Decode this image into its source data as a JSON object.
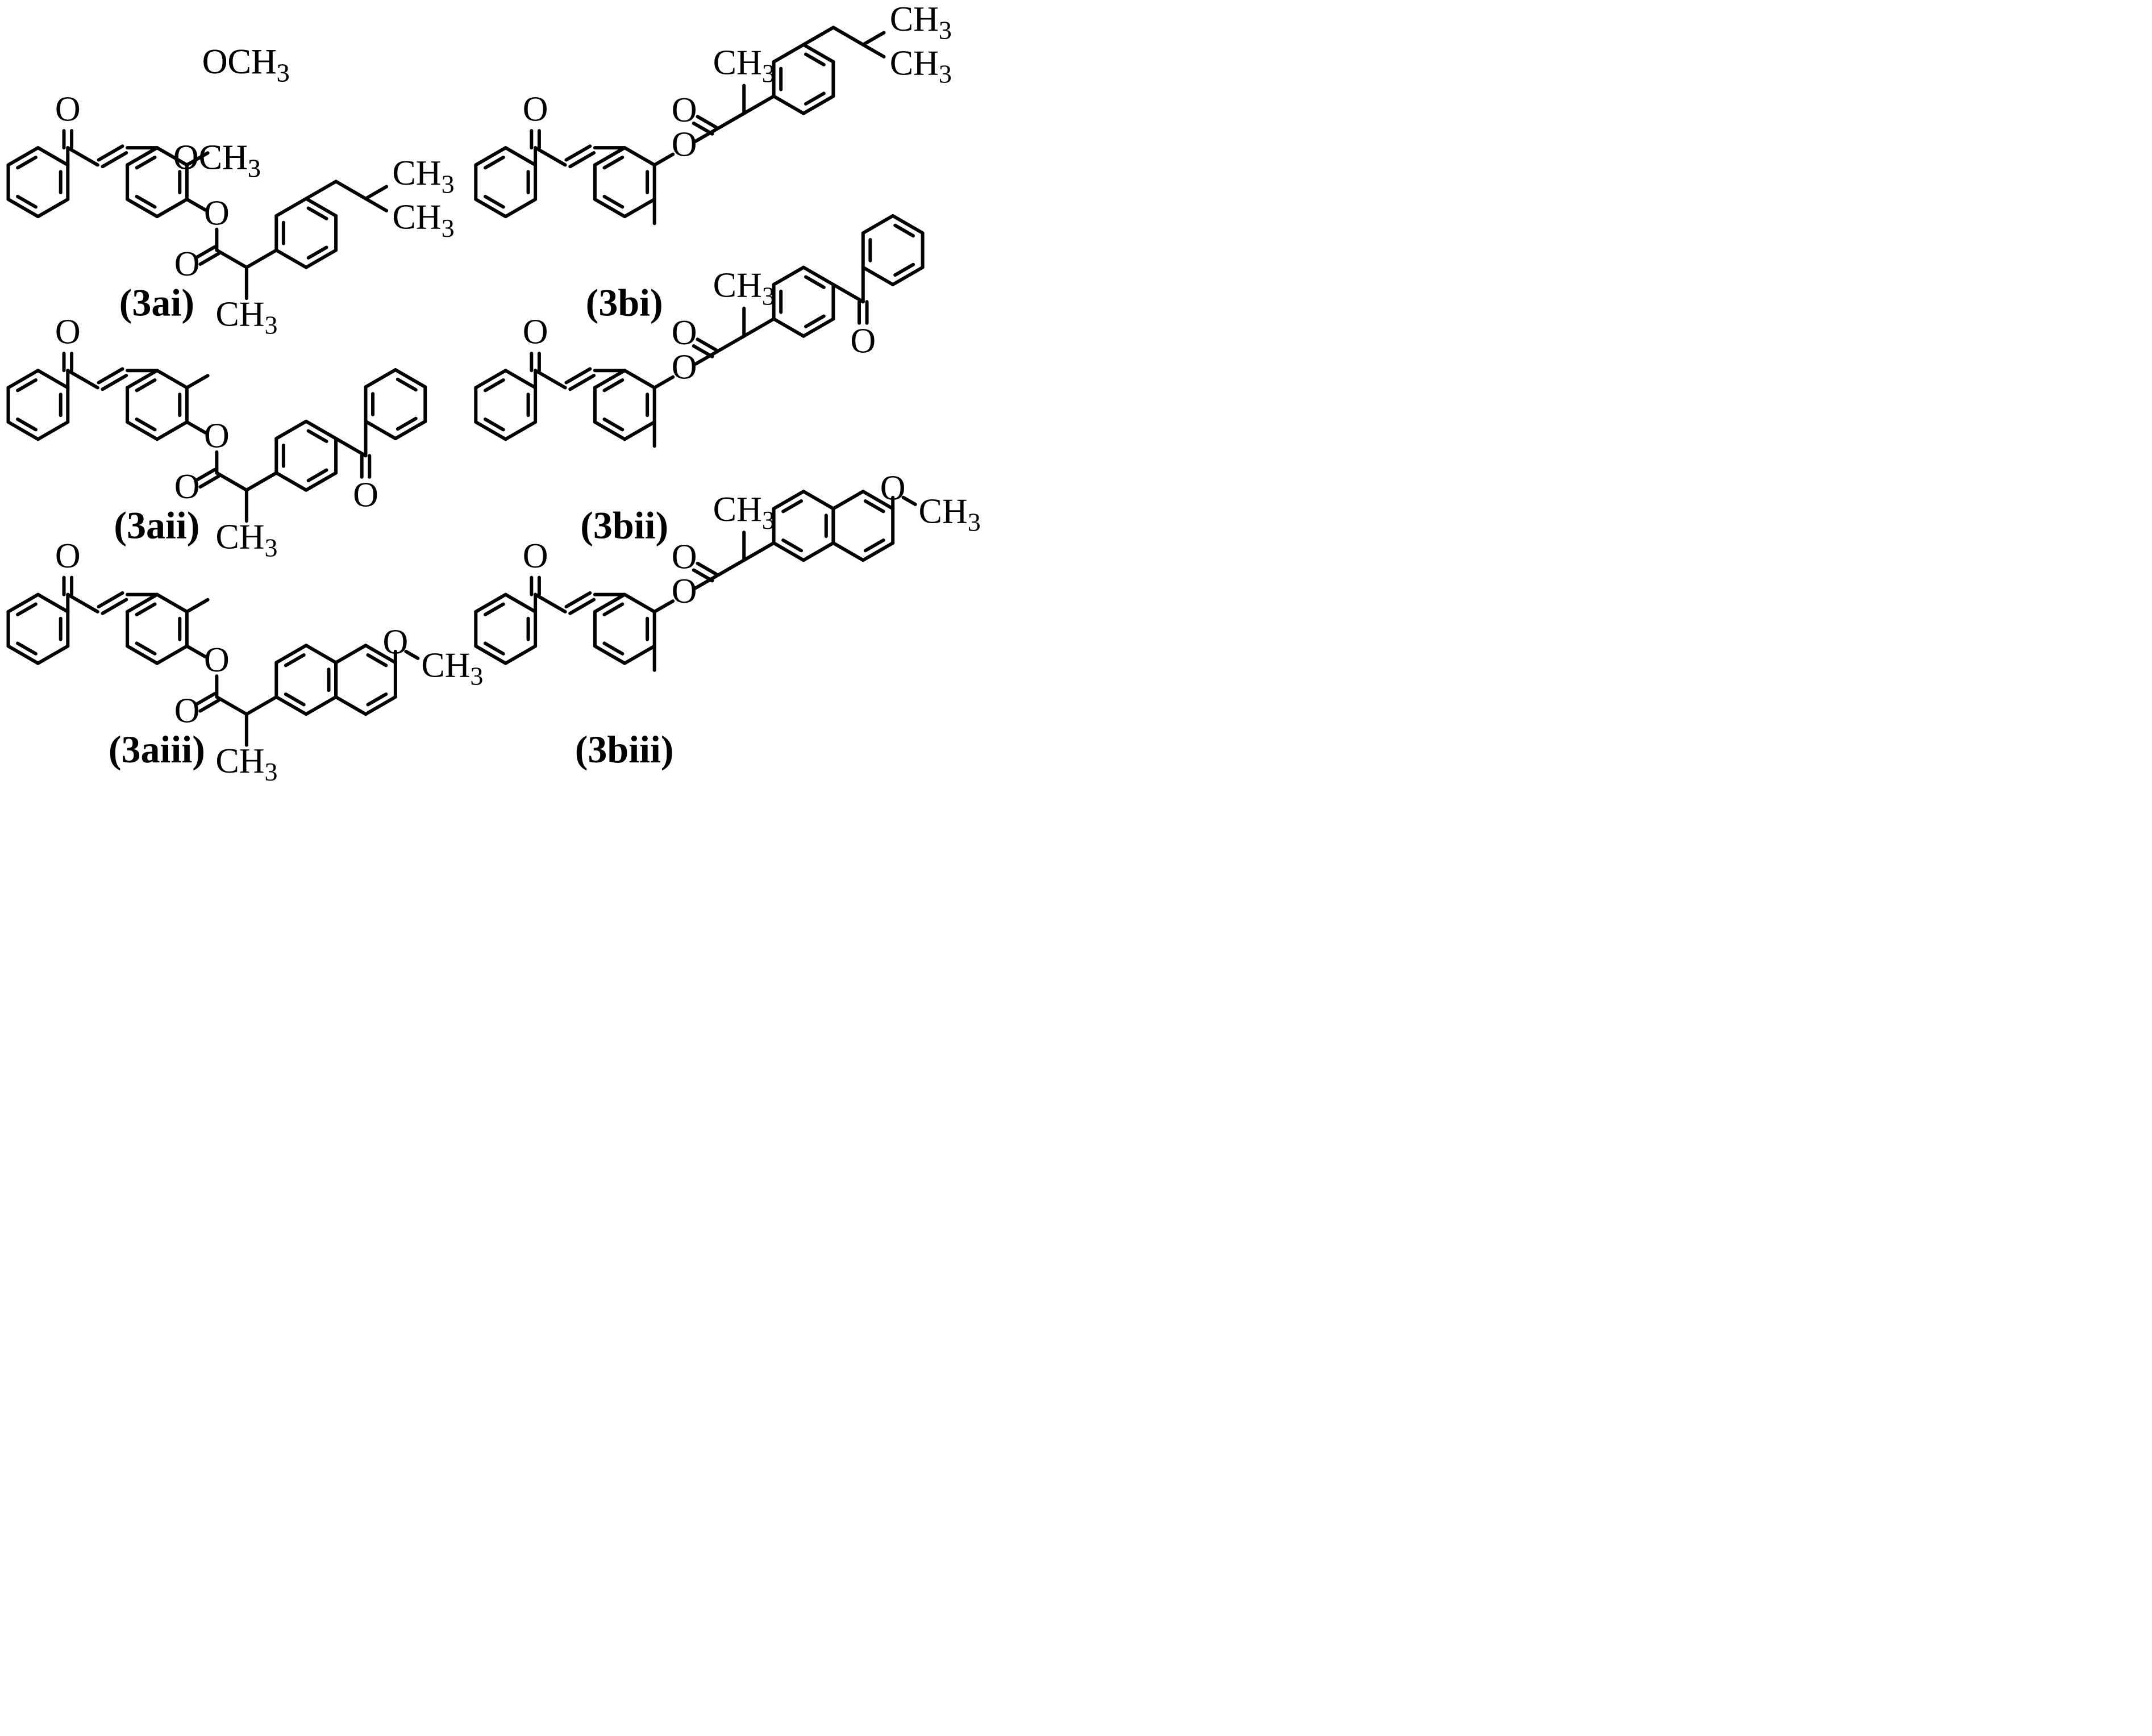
{
  "figure": {
    "background": "#ffffff",
    "ink": "#000000"
  },
  "labels": {
    "O": "O",
    "OCH": "OCH",
    "CH": "CH",
    "three": "3"
  },
  "compounds": [
    {
      "id": "3ai",
      "caption": "(3ai)",
      "series": "a",
      "acid": "ibuprofen"
    },
    {
      "id": "3bi",
      "caption": "(3bi)",
      "series": "b",
      "acid": "ibuprofen"
    },
    {
      "id": "3aii",
      "caption": "(3aii)",
      "series": "a",
      "acid": "ketoprofen"
    },
    {
      "id": "3bii",
      "caption": "(3bii)",
      "series": "b",
      "acid": "ketoprofen"
    },
    {
      "id": "3aiii",
      "caption": "(3aiii)",
      "series": "a",
      "acid": "naproxen"
    },
    {
      "id": "3biii",
      "caption": "(3biii)",
      "series": "b",
      "acid": "naproxen"
    }
  ]
}
